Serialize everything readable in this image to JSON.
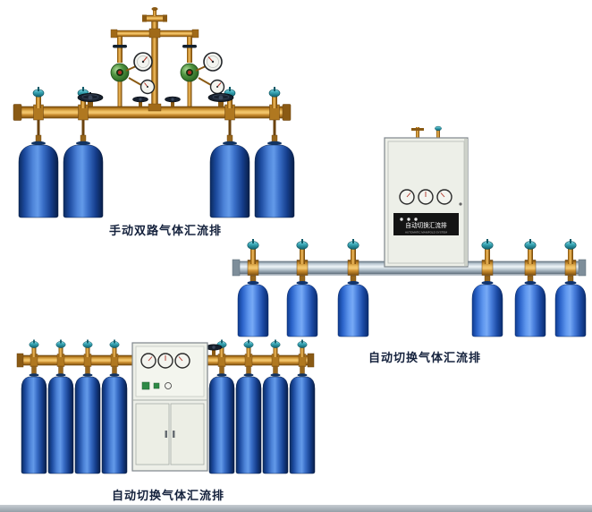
{
  "page": {
    "background_color": "#ffffff",
    "footer_strip_color": "#a9b1b9"
  },
  "figures": {
    "manual_dual": {
      "caption": "手动双路气体汇流排",
      "cylinders": 4,
      "cylinder_color": "#2a5cb0",
      "pipe_color": "#d79a36",
      "valve_cap_color": "#2a99a8"
    },
    "auto_wall": {
      "caption": "自动切换气体汇流排",
      "cabinet_panel_title": "自动切换汇流排",
      "cabinet_panel_subtitle": "AUTOMATIC MANIFOLD SYSTEM",
      "cylinders": 6,
      "cylinder_color": "#3a6fd8",
      "pipe_color": "#c2d0da",
      "cabinet_color": "#edefe8"
    },
    "auto_floor": {
      "caption": "自动切换气体汇流排",
      "cylinders": 8,
      "cylinder_color": "#2a5cb0",
      "pipe_color": "#d79a36",
      "cabinet_color": "#edefe8"
    }
  }
}
